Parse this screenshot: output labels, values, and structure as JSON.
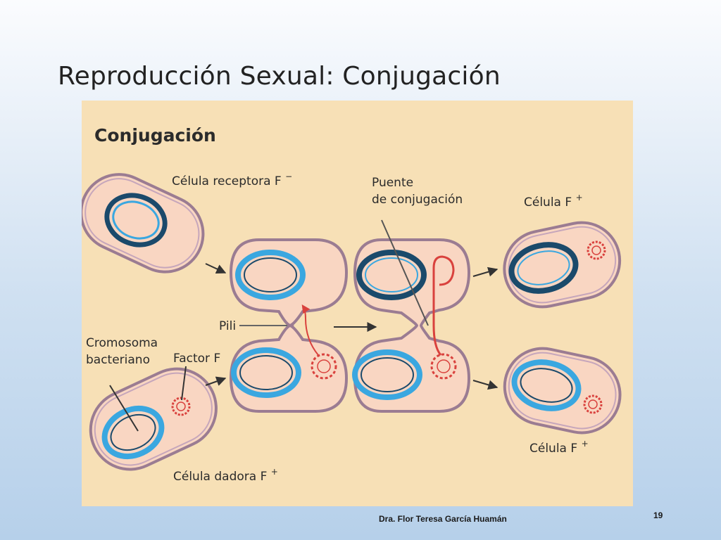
{
  "slide": {
    "title": "Reproducción Sexual: Conjugación",
    "footer_author": "Dra. Flor Teresa García Huamán",
    "page_number": "19"
  },
  "figure": {
    "heading": "Conjugación",
    "labels": {
      "receptor": "Célula receptora F",
      "receptor_sup": "−",
      "bridge_line1": "Puente",
      "bridge_line2": "de conjugación",
      "result_top": "Célula F",
      "result_top_sup": "+",
      "pili": "Pili",
      "chromosome_line1": "Cromosoma",
      "chromosome_line2": "bacteriano",
      "factor": "Factor F",
      "donor": "Célula dadora F",
      "donor_sup": "+",
      "result_bottom": "Célula F",
      "result_bottom_sup": "+"
    },
    "colors": {
      "background": "#f7e0b6",
      "cell_fill": "#f9d6c2",
      "cell_border": "#9b7c92",
      "chromosome_dark": "#1b4a6b",
      "chromosome_light": "#3aa7e0",
      "plasmid": "#d9413d"
    }
  }
}
